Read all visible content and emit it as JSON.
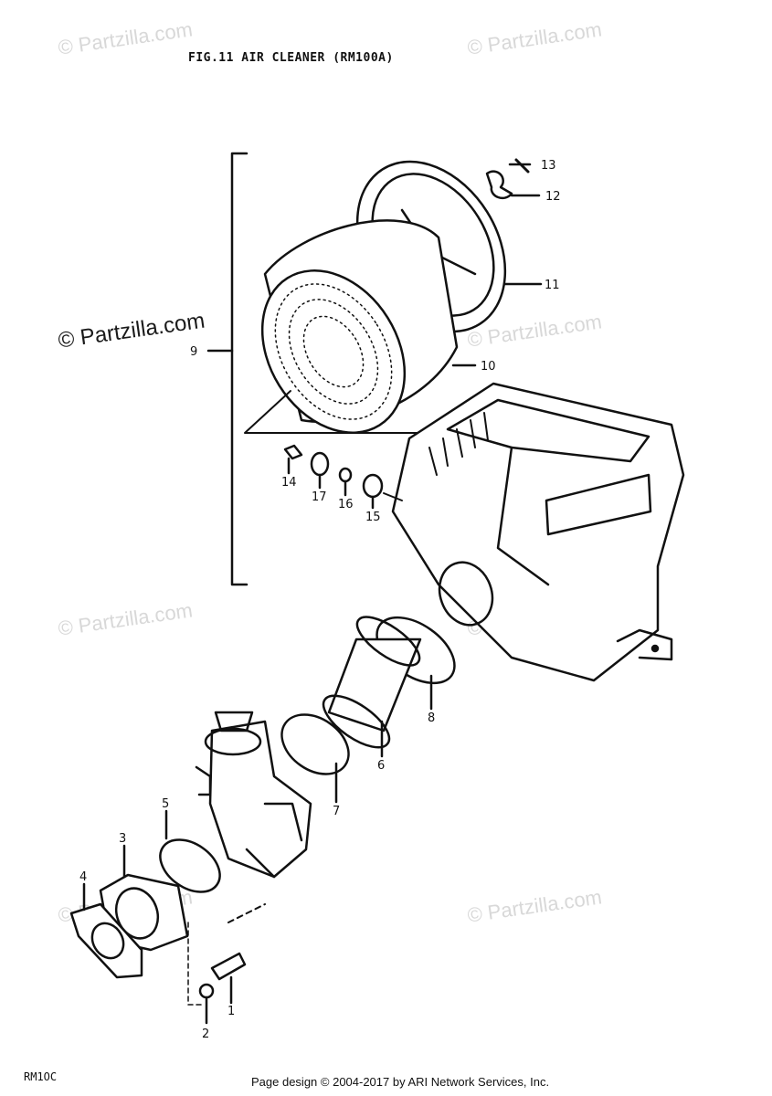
{
  "figure": {
    "title": "FIG.11  AIR CLEANER (RM100A)"
  },
  "watermark": {
    "text": "© Partzilla.com"
  },
  "callouts": [
    "1",
    "2",
    "3",
    "4",
    "5",
    "6",
    "7",
    "8",
    "9",
    "10",
    "11",
    "12",
    "13",
    "14",
    "15",
    "16",
    "17"
  ],
  "footer": {
    "model": "RM1OC",
    "copyright": "Page design © 2004-2017 by ARI Network Services, Inc."
  }
}
